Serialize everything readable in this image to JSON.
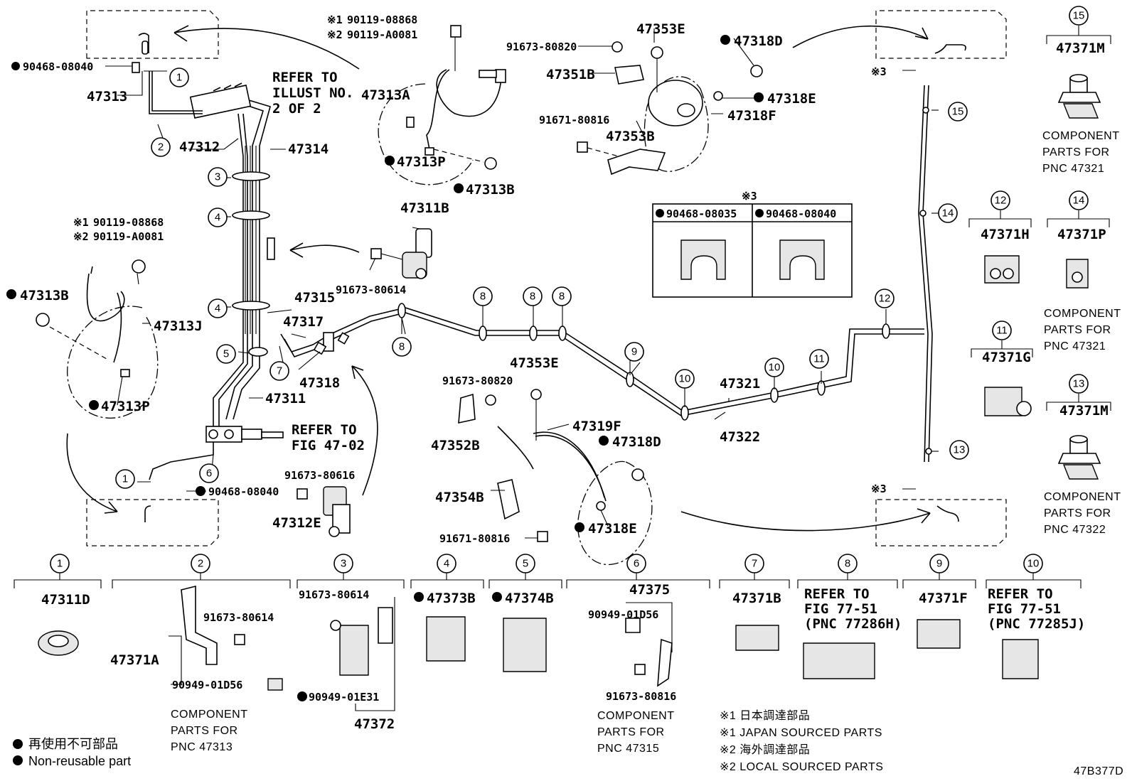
{
  "diagram_code": "47B377D",
  "symbols": {
    "non_reusable": "●",
    "note1": "※1",
    "note2": "※2",
    "note3": "※3"
  },
  "labels": {
    "p90468_08040_a": "90468-08040",
    "p47313": "47313",
    "p47312": "47312",
    "p47314": "47314",
    "refer_illust": [
      "REFER TO",
      "ILLUST NO.",
      "2 OF 2"
    ],
    "p90119_08868_a": "90119-08868",
    "p90119_A0081_a": "90119-A0081",
    "p47313A": "47313A",
    "p47313P_a": "47313P",
    "p47313B_a": "47313B",
    "p47311B": "47311B",
    "p91673_80614_a": "91673-80614",
    "p90119_08868_b": "90119-08868",
    "p90119_A0081_b": "90119-A0081",
    "p47313B_b": "47313B",
    "p47313J": "47313J",
    "p47313P_b": "47313P",
    "p47315": "47315",
    "p47317": "47317",
    "p47318": "47318",
    "p47311": "47311",
    "refer_fig_4702": [
      "REFER TO",
      "FIG 47-02"
    ],
    "p91673_80616": "91673-80616",
    "p47312E": "47312E",
    "p90468_08040_b": "90468-08040",
    "p91673_80820_a": "91673-80820",
    "p47353E_a": "47353E",
    "p47318D_a": "47318D",
    "p47351B": "47351B",
    "p47318E_a": "47318E",
    "p47318F": "47318F",
    "p91671_80816_a": "91671-80816",
    "p47353B": "47353B",
    "clip_table": {
      "header": "※3",
      "col1": "90468-08035",
      "col2": "90468-08040"
    },
    "p47353E_b": "47353E",
    "p91673_80820_b": "91673-80820",
    "p47352B": "47352B",
    "p47319F": "47319F",
    "p47318D_b": "47318D",
    "p47354B": "47354B",
    "p91671_80816_b": "91671-80816",
    "p47318E_b": "47318E",
    "p47321": "47321",
    "p47322": "47322",
    "p47371M_a": "47371M",
    "comp_47321_a": [
      "COMPONENT",
      "PARTS FOR",
      "PNC 47321"
    ],
    "p47371H": "47371H",
    "p47371P": "47371P",
    "comp_47321_b": [
      "COMPONENT",
      "PARTS FOR",
      "PNC 47321"
    ],
    "p47371G": "47371G",
    "p47371M_b": "47371M",
    "comp_47322": [
      "COMPONENT",
      "PARTS FOR",
      "PNC 47322"
    ]
  },
  "bottom_parts": {
    "b1": {
      "num": "1",
      "part": "47311D"
    },
    "b2": {
      "num": "2",
      "part_a": "91673-80614",
      "part_b": "47371A",
      "part_c": "90949-01D56",
      "comp": [
        "COMPONENT",
        "PARTS FOR",
        "PNC 47313"
      ]
    },
    "b3": {
      "num": "3",
      "part_a": "91673-80614",
      "part_b": "90949-01E31",
      "part_c": "47372"
    },
    "b4": {
      "num": "4",
      "part": "47373B"
    },
    "b5": {
      "num": "5",
      "part": "47374B"
    },
    "b6": {
      "num": "6",
      "part": "47375",
      "part_a": "90949-01D56",
      "part_b": "91673-80816",
      "comp": [
        "COMPONENT",
        "PARTS FOR",
        "PNC 47315"
      ]
    },
    "b7": {
      "num": "7",
      "part": "47371B"
    },
    "b8": {
      "num": "8",
      "refer": [
        "REFER TO",
        "FIG 77-51",
        "(PNC 77286H)"
      ]
    },
    "b9": {
      "num": "9",
      "part": "47371F"
    },
    "b10": {
      "num": "10",
      "refer": [
        "REFER TO",
        "FIG 77-51",
        "(PNC 77285J)"
      ]
    }
  },
  "notes": [
    "※1 日本調達部品",
    "※1 JAPAN SOURCED PARTS",
    "※2 海外調達部品",
    "※2 LOCAL SOURCED PARTS"
  ],
  "legend": [
    "再使用不可部品",
    "Non-reusable part"
  ]
}
